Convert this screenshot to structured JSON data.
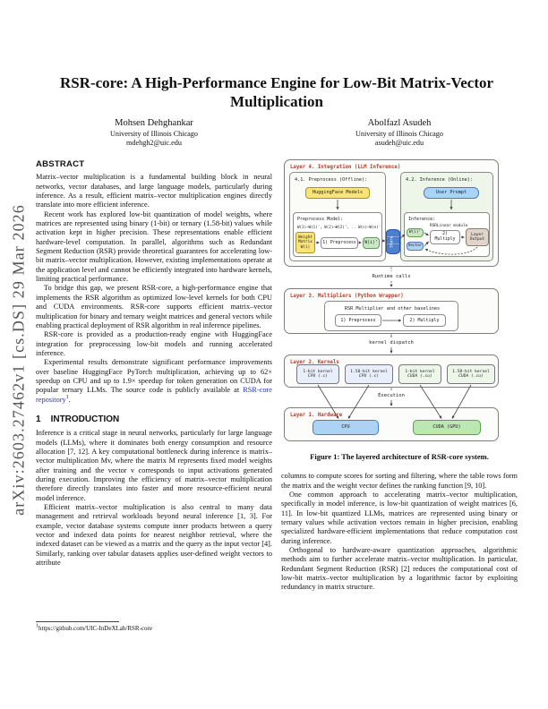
{
  "arxiv_sidebar": "arXiv:2603.27462v1  [cs.DS]  29 Mar 2026",
  "title": "RSR-core: A High-Performance Engine for Low-Bit Matrix-Vector Multiplication",
  "authors": [
    {
      "name": "Mohsen Dehghankar",
      "affiliation": "University of Illinois Chicago",
      "email": "mdehgh2@uic.edu"
    },
    {
      "name": "Abolfazl Asudeh",
      "affiliation": "University of Illinois Chicago",
      "email": "asudeh@uic.edu"
    }
  ],
  "abstract": {
    "heading": "ABSTRACT",
    "paragraphs": [
      "Matrix–vector multiplication is a fundamental building block in neural networks, vector databases, and large language models, particularly during inference. As a result, efficient matrix–vector multiplication engines directly translate into more efficient inference.",
      "Recent work has explored low-bit quantization of model weights, where matrices are represented using binary (1-bit) or ternary (1.58-bit) values while activation kept in higher precision. These representations enable efficient hardware-level computation. In parallel, algorithms such as Redundant Segment Reduction (RSR) provide theoretical guarantees for accelerating low-bit matrix–vector multiplication. However, existing implementations operate at the application level and cannot be efficiently integrated into hardware kernels, limiting practical performance.",
      "To bridge this gap, we present RSR-core, a high-performance engine that implements the RSR algorithm as optimized low-level kernels for both CPU and CUDA environments. RSR-core supports efficient matrix–vector multiplication for binary and ternary weight matrices and general vectors while enabling practical deployment of RSR algorithm in real inference pipelines.",
      "RSR-core is provided as a production-ready engine with HuggingFace integration for preprocessing low-bit models and running accelerated inference."
    ],
    "final_before": "Experimental results demonstrate significant performance improvements over baseline HuggingFace PyTorch multiplication, achieving up to 62× speedup on CPU and up to 1.9× speedup for token generation on CUDA for popular ternary LLMs. The source code is publicly available at ",
    "link_text": "RSR-core repository",
    "link_sup": "1",
    "final_after": "."
  },
  "intro": {
    "section_number": "1",
    "heading": "INTRODUCTION",
    "left_paragraphs": [
      "Inference is a critical stage in neural networks, particularly for large language models (LLMs), where it dominates both energy consumption and resource allocation [7, 12]. A key computational bottleneck during inference is matrix–vector multiplication Mv, where the matrix M represents fixed model weights after training and the vector v corresponds to input activations generated during execution. Improving the efficiency of matrix–vector multiplication therefore directly translates into faster and more resource-efficient neural model inference.",
      "Efficient matrix–vector multiplication is also central to many data management and retrieval workloads beyond neural inference [1, 3]. For example, vector database systems compute inner products between a query vector and indexed data points for nearest neighbor retrieval, where the indexed dataset can be viewed as a matrix and the query as the input vector [4]. Similarly, ranking over tabular datasets applies user-defined weight vectors to attribute"
    ],
    "right_paragraphs": [
      "columns to compute scores for sorting and filtering, where the table rows form the matrix and the weight vector defines the ranking function [9, 10].",
      "One common approach to accelerating matrix–vector multiplication, specifically in model inference, is low-bit quantization of weight matrices [6, 11]. In low-bit quantized LLMs, matrices are represented using binary or ternary values while activation vectors remain in higher precision, enabling specialized hardware-efficient implementations that reduce computation cost during inference.",
      "Orthogonal to hardware-aware quantization approaches, algorithmic methods aim to further accelerate matrix–vector multiplication. In particular, Redundant Segment Reduction (RSR) [2] reduces the computational cost of low-bit matrix–vector multiplication by a logarithmic factor by exploiting redundancy in matrix structure."
    ]
  },
  "footnote": {
    "marker": "1",
    "text": "https://github.com/UIC-InDeXLab/RSR-core"
  },
  "figure": {
    "layer4_title": "Layer 4. Integration (LLM Inference)",
    "box41_label": "4.1. Preprocess (Offline):",
    "hf_models": "HuggingFace Models",
    "preprocess_model_label": "Preprocess Model:",
    "mapping_line": "W(1)→W(1)', W(2)→W(2)', .. W(n)→W(n)'",
    "weight_matrix": "Weight Matrix W(i)",
    "preprocess_step": "1) Preprocess",
    "wi_prime": "W(i)'",
    "store": "Store",
    "box42_label": "4.2. Inference (Online):",
    "user_prompt": "User Prompt",
    "inference_label": "Inference:",
    "rsrlinear": "RSRLinear module",
    "vector": "Vector",
    "multiply_step": "2) Multiply",
    "layer_output": "Layer Output",
    "runtime_calls": "Runtime calls",
    "layer3_title": "Layer 3. Multipliers (Python Wrapper)",
    "layer3_inner_label": "RSR Multiplier and other baselines",
    "layer3_preprocess": "1) Preprocess",
    "layer3_multiply": "2) Multiply",
    "kernel_dispatch": "kernel dispatch",
    "layer2_title": "Layer 2. Kernels",
    "kernels": [
      {
        "l1": "1-bit kernel",
        "l2": "CPU (.c)",
        "type": "cpu"
      },
      {
        "l1": "1.58-bit kernel",
        "l2": "CPU (.c)",
        "type": "cpu"
      },
      {
        "l1": "1-bit kernel",
        "l2": "CUDA (.cu)",
        "type": "cuda"
      },
      {
        "l1": "1.58-bit kernel",
        "l2": "CUDA (.cu)",
        "type": "cuda"
      }
    ],
    "execution": "Execution",
    "layer1_title": "Layer 1. Hardware",
    "cpu": "CPU",
    "cuda": "CUDA (GPU)",
    "caption": "Figure 1: The layered architecture of RSR-core system."
  },
  "colors": {
    "layer_title_red": "#bc3a2b",
    "link_blue": "#2433cc",
    "yellow_node": "#f8e47b",
    "blue_node": "#aed2f3",
    "green_node": "#c9e7c2",
    "tan_node": "#e0d5cb",
    "store_blue": "#4d7fd0",
    "cpu_fill": "#aed2f3",
    "cuda_fill": "#bce6b2"
  }
}
